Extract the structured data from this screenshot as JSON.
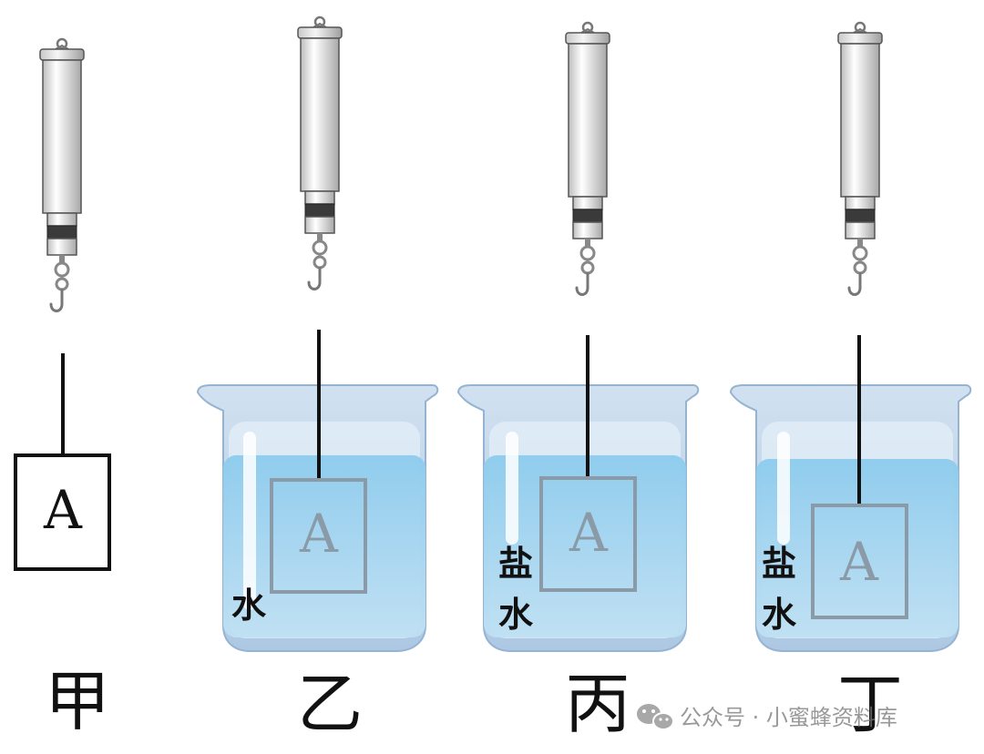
{
  "block_letter": "A",
  "setups": [
    {
      "label": "甲",
      "liquid": null
    },
    {
      "label": "乙",
      "liquid": "水"
    },
    {
      "label": "丙",
      "liquid": [
        "盐",
        "水"
      ]
    },
    {
      "label": "丁",
      "liquid": [
        "盐",
        "水"
      ]
    }
  ],
  "watermark": {
    "icon": "wechat-icon",
    "text": "公众号 · 小蜜蜂资料库"
  },
  "colors": {
    "water_top": "#9fd3ee",
    "water_bottom": "#5eaedd",
    "beaker_glass": "#b5cfe6",
    "beaker_outline": "#7fa6cc",
    "block_in_liquid": "#8a9aa6"
  }
}
